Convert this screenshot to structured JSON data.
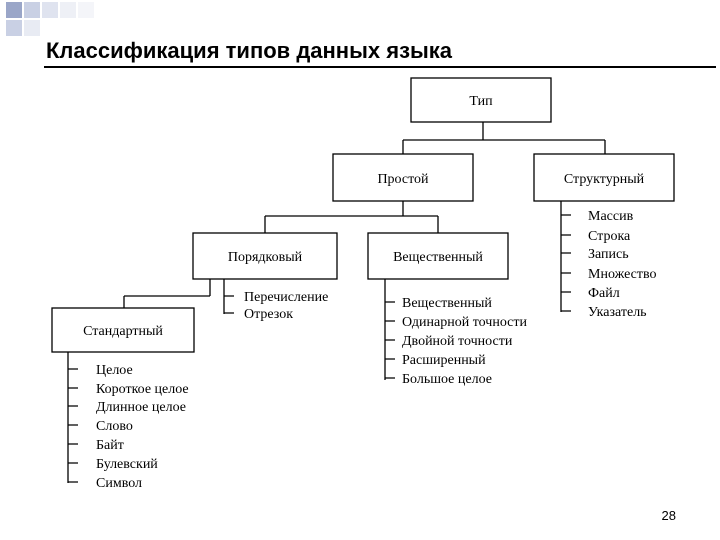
{
  "slide": {
    "title": "Классификация типов данных языка",
    "page_number": "28"
  },
  "diagram": {
    "root": "Тип",
    "simple": "Простой",
    "structured": "Структурный",
    "ordinal": "Порядковый",
    "real": "Вещественный",
    "standard": "Стандартный",
    "structured_items": [
      "Массив",
      "Строка",
      "Запись",
      "Множество",
      "Файл",
      "Указатель"
    ],
    "ordinal_items": [
      "Перечисление",
      "Отрезок"
    ],
    "real_items": [
      "Вещественный",
      "Одинарной точности",
      "Двойной точности",
      "Расширенный",
      "Большое целое"
    ],
    "standard_items": [
      "Целое",
      "Короткое целое",
      "Длинное целое",
      "Слово",
      "Байт",
      "Булевский",
      "Символ"
    ]
  }
}
